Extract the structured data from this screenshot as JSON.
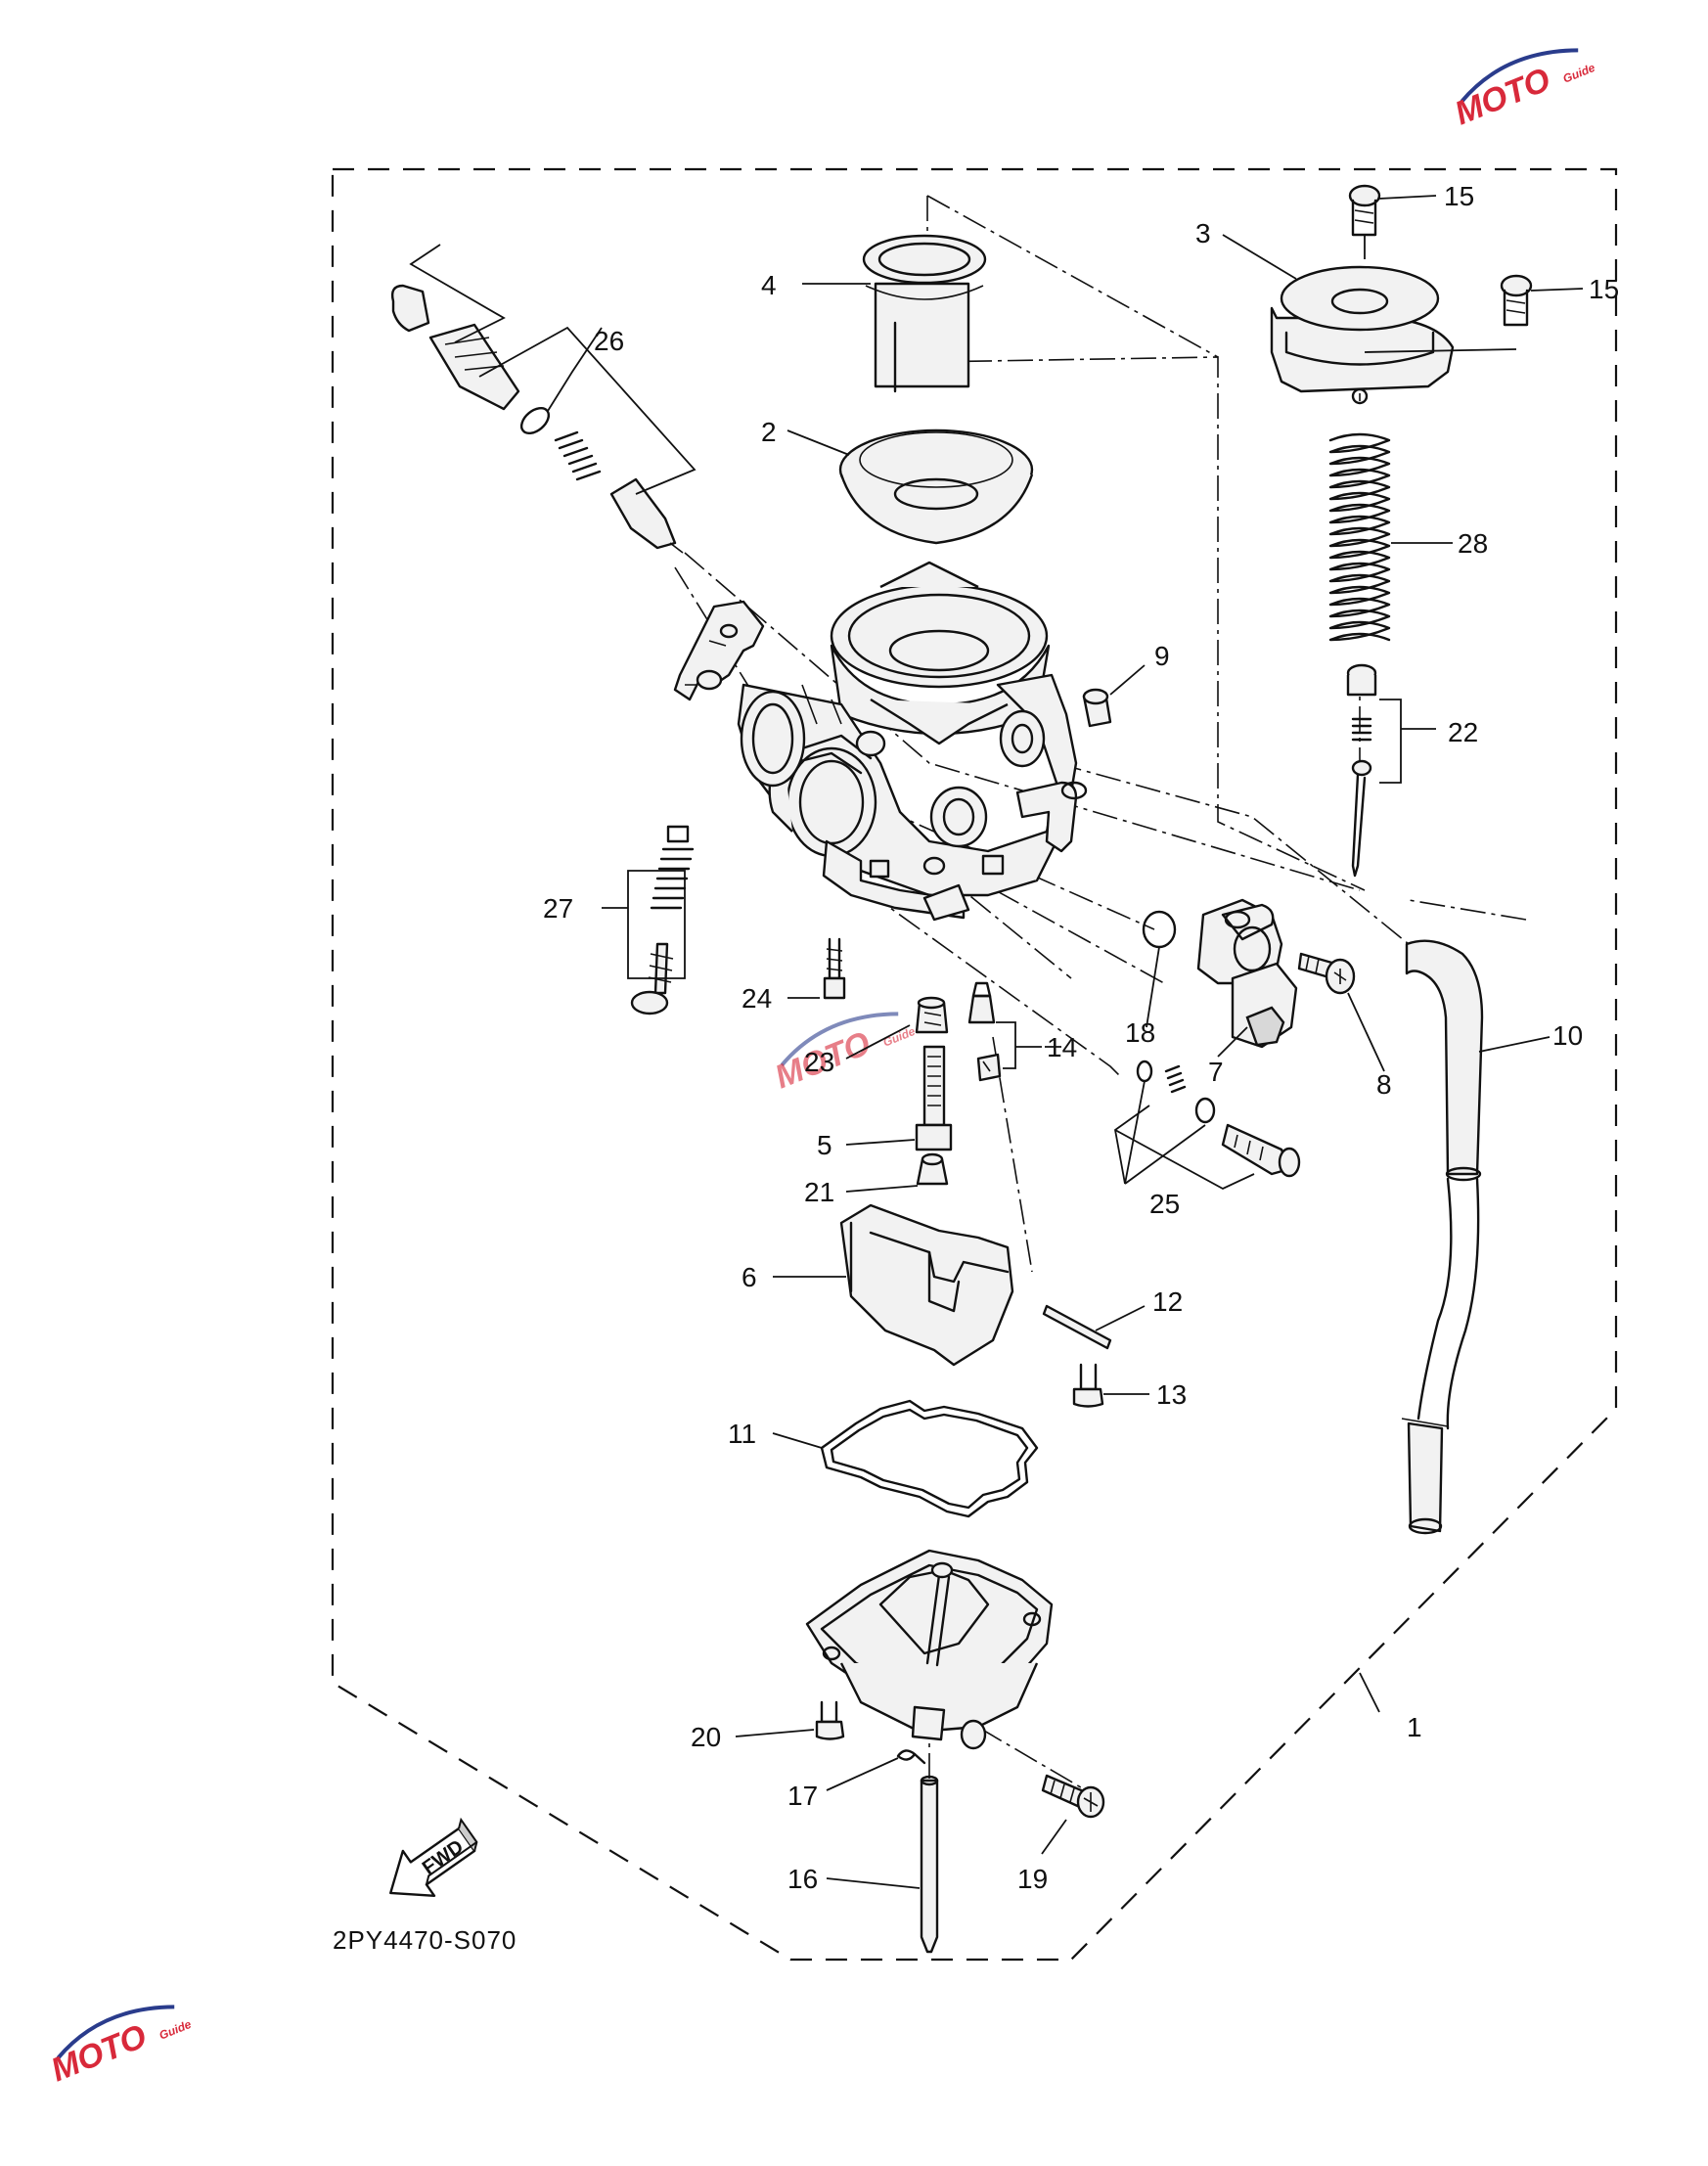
{
  "diagram_code": "2PY4470-S070",
  "fwd_label": "FWD",
  "watermark": {
    "text": "MOTO",
    "subtext": "Guide",
    "color": "#d8293a",
    "accent": "#2a3c8c"
  },
  "callouts": {
    "c1": "1",
    "c2": "2",
    "c3": "3",
    "c4": "4",
    "c5": "5",
    "c6": "6",
    "c7": "7",
    "c8": "8",
    "c9": "9",
    "c10": "10",
    "c11": "11",
    "c12": "12",
    "c13": "13",
    "c14": "14",
    "c15a": "15",
    "c15b": "15",
    "c16": "16",
    "c17": "17",
    "c18": "18",
    "c19": "19",
    "c20": "20",
    "c21": "21",
    "c22": "22",
    "c23": "23",
    "c24": "24",
    "c25": "25",
    "c26": "26",
    "c27": "27",
    "c28": "28"
  },
  "icons": [
    "fwd-arrow-icon",
    "moto-guide-logo"
  ]
}
